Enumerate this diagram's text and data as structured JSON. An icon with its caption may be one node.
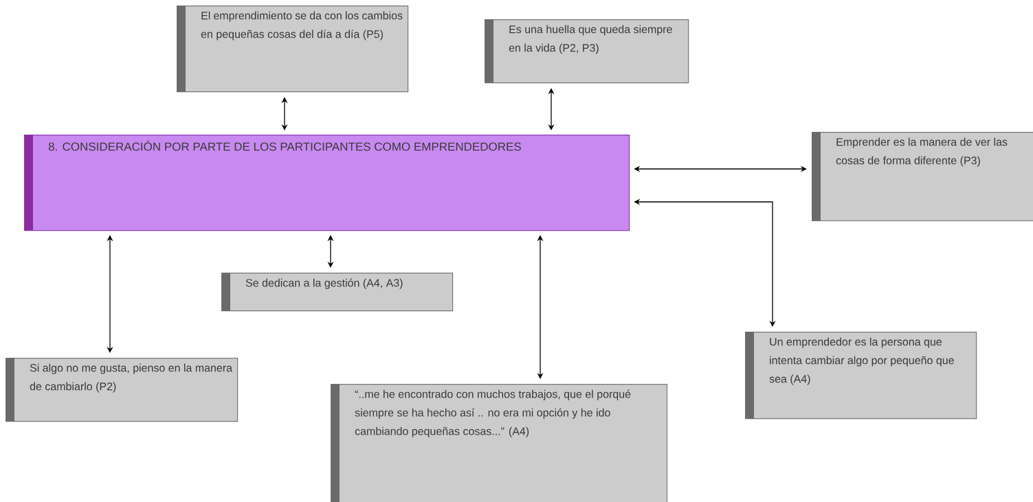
{
  "diagram": {
    "nodes": [
      {
        "text": [
          "8. CONSIDERACIÓN POR PARTE DE LOS PARTICIPANTES COMO EMPRENDEDORES"
        ]
      },
      {
        "text": [
          "El emprendimiento se da con los cambios en pequeñas cosas del día a día (P5)"
        ]
      },
      {
        "text": [
          "Es una huella que queda siempre en la vida (P2, P3)"
        ]
      },
      {
        "text": [
          "Emprender es la manera de ver las cosas de forma diferente (P3)"
        ]
      },
      {
        "text": [
          "Se dedican a la gestión (A4, A3)"
        ]
      },
      {
        "text": [
          "Si algo no me gusta, pienso en la manera de cambiarlo (P2)"
        ]
      },
      {
        "text": [
          "“..me he encontrado con muchos trabajos, que el porqué siempre se ha hecho así .. no era mi opción y he ido cambiando pequeñas cosas...” (A4)"
        ]
      },
      {
        "text": [
          "Un emprendedor es la persona que intenta cambiar algo por pequeño que sea (A4)"
        ]
      }
    ],
    "edges": [
      {
        "from": 0,
        "to": 1,
        "arrow": "both"
      },
      {
        "from": 0,
        "to": 2,
        "arrow": "both"
      },
      {
        "from": 0,
        "to": 3,
        "arrow": "both"
      },
      {
        "from": 0,
        "to": 7,
        "arrow": "both"
      },
      {
        "from": 0,
        "to": 5,
        "arrow": "both"
      },
      {
        "from": 0,
        "to": 4,
        "arrow": "both"
      },
      {
        "from": 0,
        "to": 6,
        "arrow": "both"
      }
    ]
  }
}
